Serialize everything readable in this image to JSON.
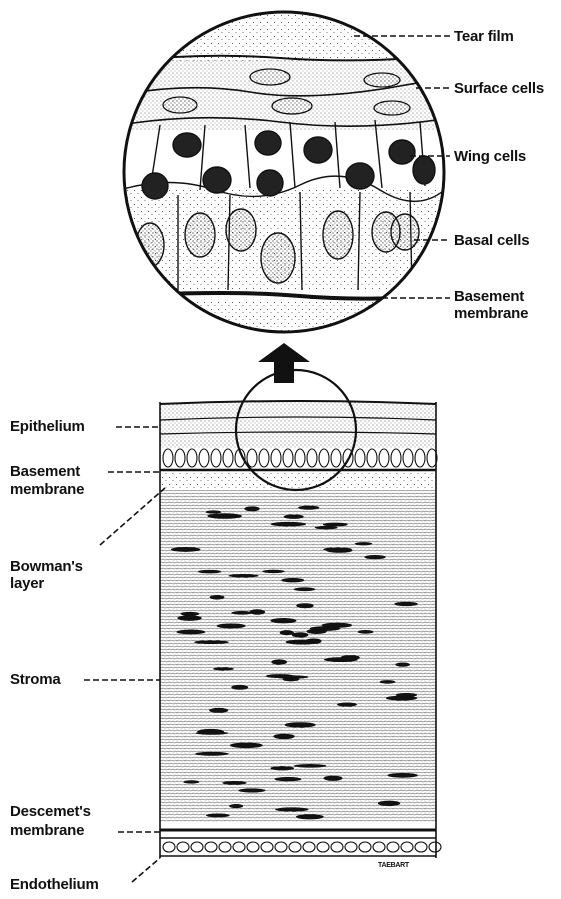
{
  "labels": {
    "tear_film": "Tear film",
    "surface_cells": "Surface cells",
    "wing_cells": "Wing cells",
    "basal_cells": "Basal cells",
    "basement_membrane_zoom_1": "Basement",
    "basement_membrane_zoom_2": "membrane",
    "epithelium": "Epithelium",
    "basement_membrane_1": "Basement",
    "basement_membrane_2": "membrane",
    "bowmans_layer_1": "Bowman's",
    "bowmans_layer_2": "layer",
    "stroma": "Stroma",
    "descemets_membrane_1": "Descemet's",
    "descemets_membrane_2": "membrane",
    "endothelium": "Endothelium"
  },
  "artist_signature": "TAEBART",
  "colors": {
    "ink": "#111111",
    "paper": "#ffffff"
  }
}
